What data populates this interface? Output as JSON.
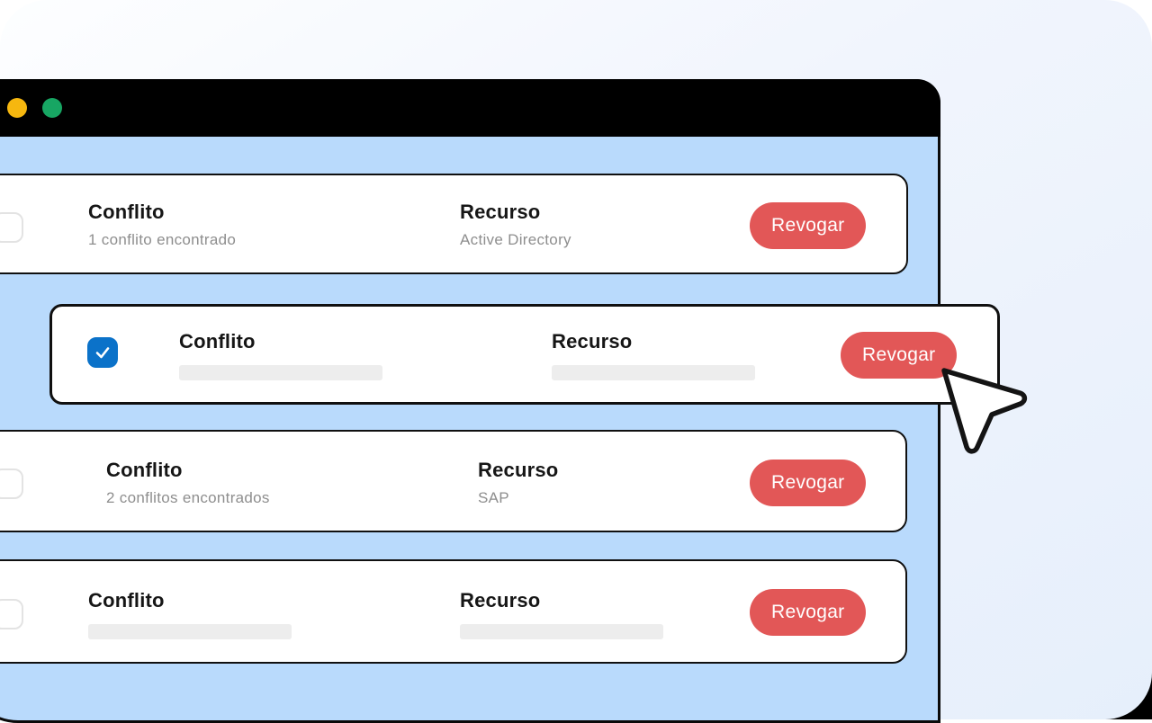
{
  "window": {
    "titlebar": {
      "dots": [
        {
          "name": "yellow-dot",
          "color": "#f6b70f"
        },
        {
          "name": "green-dot",
          "color": "#17a663"
        }
      ]
    }
  },
  "colors": {
    "accent_red": "#e25757",
    "checkbox_blue": "#0b72c9",
    "window_blue": "#b9dafc",
    "titlebar_black": "#000000",
    "card_border": "#101010",
    "placeholder_gray": "#ededed",
    "subtext_gray": "#8e8e8e",
    "panel_light": "#e6effb"
  },
  "cards": [
    {
      "conflict_label": "Conflito",
      "conflict_value": "1 conflito encontrado",
      "resource_label": "Recurso",
      "resource_value": "Active Directory",
      "action_label": "Revogar",
      "checked": false
    },
    {
      "conflict_label": "Conflito",
      "conflict_value": "",
      "resource_label": "Recurso",
      "resource_value": "",
      "action_label": "Revogar",
      "checked": true
    },
    {
      "conflict_label": "Conflito",
      "conflict_value": "2 conflitos encontrados",
      "resource_label": "Recurso",
      "resource_value": "SAP",
      "action_label": "Revogar",
      "checked": false
    },
    {
      "conflict_label": "Conflito",
      "conflict_value": "",
      "resource_label": "Recurso",
      "resource_value": "",
      "action_label": "Revogar",
      "checked": false
    }
  ],
  "cursor": {
    "name": "arrow-cursor"
  }
}
